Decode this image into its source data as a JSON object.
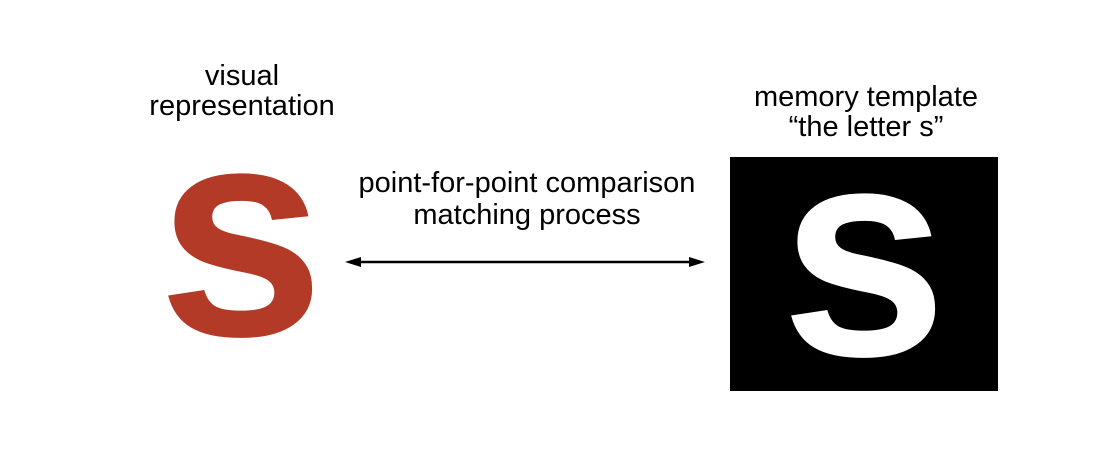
{
  "colors": {
    "background": "#FFFFFF",
    "text": "#000000",
    "arrow": "#000000",
    "visual_letter": "#B23A26",
    "template_letter": "#FFFFFF",
    "template_box": "#000000"
  },
  "visual_representation": {
    "label_lines": [
      "visual",
      "representation"
    ],
    "letter": "s"
  },
  "comparison": {
    "caption_lines": [
      "point-for-point comparison",
      "matching process"
    ]
  },
  "memory_template": {
    "label_lines": [
      "memory template",
      "“the letter s”"
    ],
    "letter": "s"
  }
}
